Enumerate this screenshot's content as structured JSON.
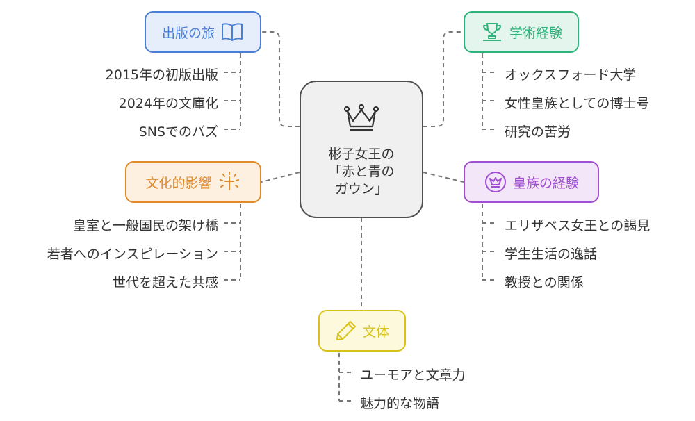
{
  "center": {
    "title": "彬子女王の\n「赤と青の\nガウン」"
  },
  "topics": {
    "publishing": {
      "label": "出版の旅",
      "icon": "open-book-icon",
      "color": "#4a7fd6",
      "bg": "#e6eefb",
      "items": [
        "2015年の初版出版",
        "2024年の文庫化",
        "SNSでのバズ"
      ]
    },
    "academic": {
      "label": "学術経験",
      "icon": "trophy-icon",
      "color": "#2fb37a",
      "bg": "#e3f5ec",
      "items": [
        "オックスフォード大学",
        "女性皇族としての博士号",
        "研究の苦労"
      ]
    },
    "culture": {
      "label": "文化的影響",
      "icon": "sparkle-cross-icon",
      "color": "#e08a2c",
      "bg": "#fdf0e1",
      "items": [
        "皇室と一般国民の架け橋",
        "若者へのインスピレーション",
        "世代を超えた共感"
      ]
    },
    "royal": {
      "label": "皇族の経験",
      "icon": "crown-badge-icon",
      "color": "#a04fd0",
      "bg": "#f3e6f9",
      "items": [
        "エリザベス女王との謁見",
        "学生生活の逸話",
        "教授との関係"
      ]
    },
    "style": {
      "label": "文体",
      "icon": "pencil-icon",
      "color": "#d8c21a",
      "bg": "#fcf9dc",
      "items": [
        "ユーモアと文章力",
        "魅力的な物語"
      ]
    }
  }
}
